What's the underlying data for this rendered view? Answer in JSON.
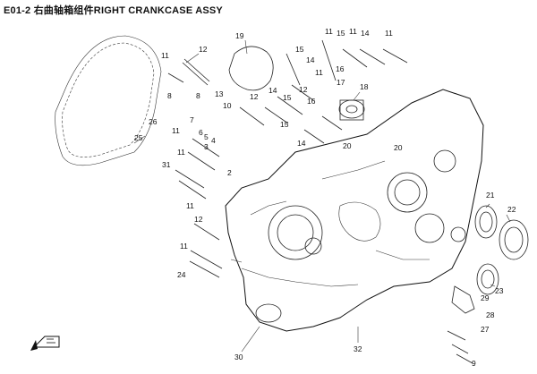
{
  "header": {
    "title": "E01-2 右曲轴箱组件RIGHT CRANKCASE ASSY"
  },
  "callouts": {
    "c12a": "12",
    "c19": "19",
    "c11a": "11",
    "c15a": "15",
    "c14a": "14",
    "c11b": "11",
    "c11c": "11",
    "c15b": "15",
    "c14b": "14",
    "c11d": "11",
    "c11e": "11",
    "c16a": "16",
    "c17": "17",
    "c18": "18",
    "c8a": "8",
    "c8b": "8",
    "c13": "13",
    "c12b": "12",
    "c14c": "14",
    "c15c": "15",
    "c16b": "16",
    "c12c": "12",
    "c10": "10",
    "c26": "26",
    "c7": "7",
    "c6": "6",
    "c5": "5",
    "c4": "4",
    "c11f": "11",
    "c11g": "11",
    "c15d": "15",
    "c14d": "14",
    "c20a": "20",
    "c20b": "20",
    "c25": "25",
    "c3": "3",
    "c2": "2",
    "c31": "31",
    "c11h": "11",
    "c12d": "12",
    "c21": "21",
    "c22": "22",
    "c11i": "11",
    "c24": "24",
    "c23": "23",
    "c29": "29",
    "c28": "28",
    "c27": "27",
    "c9": "9",
    "c30": "30",
    "c32": "32"
  },
  "icons": {
    "arrow": "direction-arrow-icon"
  }
}
